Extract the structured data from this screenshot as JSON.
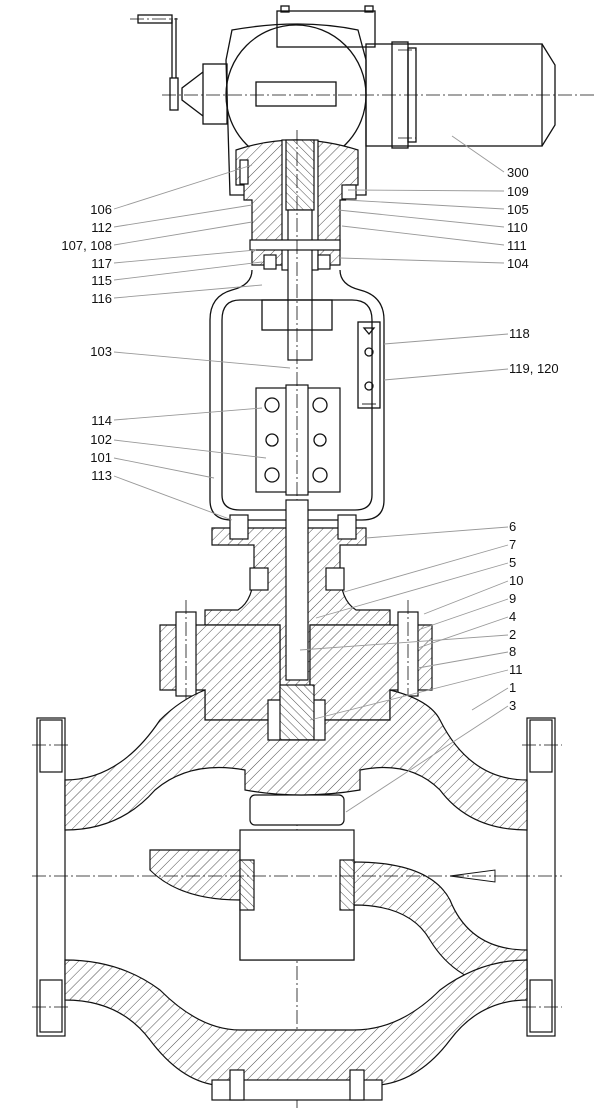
{
  "title": "Control valve with electric actuator – sectional drawing",
  "labels_left": [
    {
      "id": "106",
      "text": "106"
    },
    {
      "id": "112",
      "text": "112"
    },
    {
      "id": "107-108",
      "text": "107, 108"
    },
    {
      "id": "117",
      "text": "117"
    },
    {
      "id": "115",
      "text": "115"
    },
    {
      "id": "116",
      "text": "116"
    },
    {
      "id": "103",
      "text": "103"
    },
    {
      "id": "114",
      "text": "114"
    },
    {
      "id": "102",
      "text": "102"
    },
    {
      "id": "101",
      "text": "101"
    },
    {
      "id": "113",
      "text": "113"
    }
  ],
  "labels_right": [
    {
      "id": "300",
      "text": "300"
    },
    {
      "id": "109",
      "text": "109"
    },
    {
      "id": "105",
      "text": "105"
    },
    {
      "id": "110",
      "text": "110"
    },
    {
      "id": "111",
      "text": "111"
    },
    {
      "id": "104",
      "text": "104"
    },
    {
      "id": "118",
      "text": "118"
    },
    {
      "id": "119-120",
      "text": "119, 120"
    },
    {
      "id": "6",
      "text": "6"
    },
    {
      "id": "7",
      "text": "7"
    },
    {
      "id": "5",
      "text": "5"
    },
    {
      "id": "10",
      "text": "10"
    },
    {
      "id": "9",
      "text": "9"
    },
    {
      "id": "4",
      "text": "4"
    },
    {
      "id": "2",
      "text": "2"
    },
    {
      "id": "8",
      "text": "8"
    },
    {
      "id": "11",
      "text": "11"
    },
    {
      "id": "1",
      "text": "1"
    },
    {
      "id": "3",
      "text": "3"
    }
  ]
}
